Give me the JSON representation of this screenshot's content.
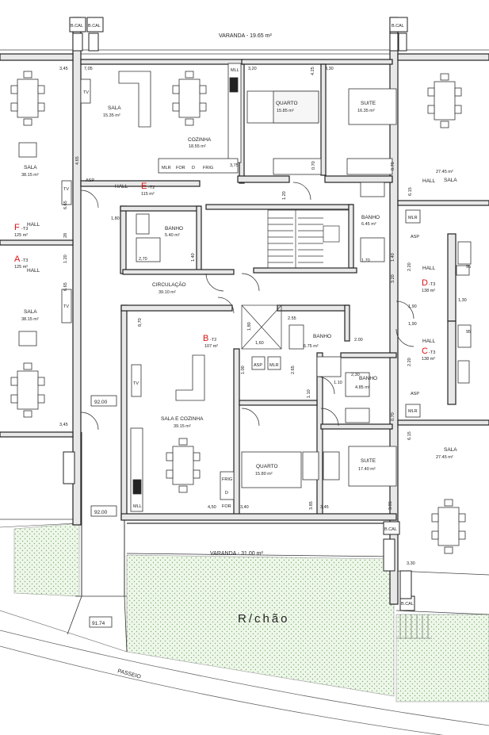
{
  "floor_title": "R/chão",
  "street": "PASSEIO",
  "elevations": [
    "92.00",
    "92.00",
    "91.74"
  ],
  "varandas": {
    "top": "VARANDA - 19.65 m²",
    "bottom": "VARANDA - 31.00 m²"
  },
  "units": {
    "E": {
      "letter": "E",
      "type": "-T2",
      "area": "115 m²"
    },
    "B": {
      "letter": "B",
      "type": "-T2",
      "area": "107 m²"
    },
    "F": {
      "letter": "F",
      "type": "-T3",
      "area": "125 m²"
    },
    "A": {
      "letter": "A",
      "type": "-T3",
      "area": "125 m²"
    },
    "D": {
      "letter": "D",
      "type": "-T3",
      "area": "138 m²"
    },
    "C": {
      "letter": "C",
      "type": "-T3",
      "area": "138 m²"
    }
  },
  "rooms": {
    "sala_e": {
      "name": "SALA",
      "area": "15.35 m²"
    },
    "cozinha_e": {
      "name": "COZINHA",
      "area": "18.55 m²"
    },
    "quarto_top": {
      "name": "QUARTO",
      "area": "15.85 m²"
    },
    "suite_top": {
      "name": "SUITE",
      "area": "16.35 m²"
    },
    "sala_left_top": {
      "name": "SALA",
      "area": "38.15 m²"
    },
    "sala_left_bot": {
      "name": "SALA",
      "area": "38.15 m²"
    },
    "sala_right_top": {
      "name": "27.45 m²",
      "area": "SALA"
    },
    "sala_right_bot": {
      "name": "SALA",
      "area": "27.45 m²"
    },
    "banho_e": {
      "name": "BANHO",
      "area": "5.40 m²"
    },
    "banho_top_r": {
      "name": "BANHO",
      "area": "6.45 m²"
    },
    "circulacao": {
      "name": "CIRCULAÇÃO",
      "area": "39.10 m²"
    },
    "banho_b": {
      "name": "BANHO",
      "area": "6.75 m²"
    },
    "banho_c": {
      "name": "BANHO",
      "area": "4.85 m²"
    },
    "sala_cozinha_b": {
      "name": "SALA E COZINHA",
      "area": "39.15 m²"
    },
    "quarto_bot": {
      "name": "QUARTO",
      "area": "15.80 m²"
    },
    "suite_bot": {
      "name": "SUITE",
      "area": "17.40 m²"
    }
  },
  "hall_label": "HALL",
  "tv": "TV",
  "asp": "ASP",
  "mlr": "MLR",
  "mll": "MLL",
  "for": "FOR",
  "frig": "FRIG",
  "d": "D",
  "bcal": "B.CAL",
  "dims": {
    "d345a": "3,45",
    "d705": "7,05",
    "d320": "3,20",
    "d425": "4.25",
    "d330": "3,30",
    "d465": "4.65",
    "d375": "3,75",
    "d070a": "0.70",
    "d070b": "0.70",
    "d180a": "1,80",
    "d120": "1.20",
    "d615a": "6.15",
    "d665a": "6.65",
    "d220a": "2.20",
    "d270": "2,70",
    "d170a": "1,70",
    "d140": "1.40",
    "d140b": "1.40",
    "d320b": "3.20",
    "d870": "8,70",
    "d180b": "1,80",
    "d255": "2.55",
    "d160": "1,60",
    "d200": "2.00",
    "d100": "1.00",
    "d265": "2.65",
    "d110": "1.10",
    "d230": "2,30",
    "d190a": "1,90",
    "d190b": "1,90",
    "d130": "1,30",
    "d220b": "2.20",
    "d070c": "0.70",
    "d615b": "6.15",
    "d345b": "3,45",
    "d450": "4,50",
    "d340": "3,40",
    "d385": "3.85",
    "d345c": "3,45",
    "d395": "3.95",
    "d330b": "3,30",
    "d665b": "6.65",
    "d028": "28",
    "d120b": "1.20",
    "d195a": "95",
    "d195b": "95"
  }
}
